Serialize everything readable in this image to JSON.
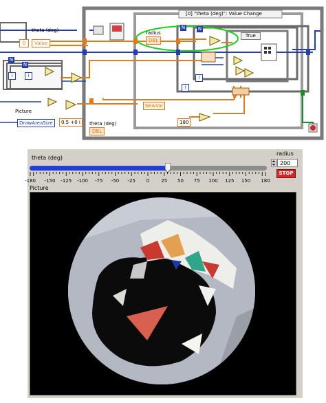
{
  "block_diagram": {
    "case_selector": "[0] \"theta (deg)\": Value Change",
    "theta_label_top": "theta (deg)",
    "const_zero": "0",
    "value_label": "Value",
    "radius_label": "radius",
    "radius_terminal": "DBL",
    "true_case": "True",
    "picture_label": "Picture",
    "draw_area_size": "DrawAreaSize",
    "complex_const": "0.5 +0 i",
    "theta_label_bottom": "theta (deg)",
    "theta_terminal": "DBL",
    "newval_label": "NewVal",
    "const_180": "180",
    "n_label": "N",
    "i_label": "i",
    "highlight_color": "#22cc22"
  },
  "front_panel": {
    "slider_label": "theta (deg)",
    "slider_value": 30,
    "slider_min": -180,
    "slider_max": 180,
    "scale_ticks": [
      "-180",
      "-150",
      "-125",
      "-100",
      "-75",
      "-50",
      "-25",
      "0",
      "25",
      "50",
      "75",
      "100",
      "125",
      "150",
      "180"
    ],
    "radius_label": "radius",
    "radius_value": "200",
    "stop_label": "STOP",
    "picture_label": "Picture",
    "slider_fill_color": "#1f3fd8",
    "stop_color": "#cc2b2b"
  }
}
